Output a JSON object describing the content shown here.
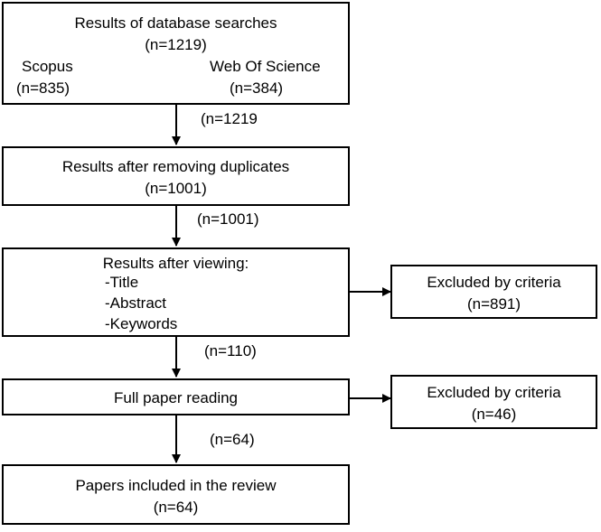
{
  "search": {
    "title": "Results of database searches",
    "count": "(n=1219)",
    "scopus_label": "Scopus",
    "scopus_count": "(n=835)",
    "wos_label": "Web Of Science",
    "wos_count": "(n=384)"
  },
  "arrow_labels": {
    "after_search": "(n=1219",
    "after_dedup": "(n=1001)",
    "after_screen": "(n=110)",
    "after_full": "(n=64)"
  },
  "dedup": {
    "title": "Results after removing duplicates",
    "count": "(n=1001)"
  },
  "screen": {
    "title": "Results after viewing:",
    "items": [
      "-Title",
      "-Abstract",
      "-Keywords"
    ]
  },
  "excluded_screen": {
    "title": "Excluded by criteria",
    "count": "(n=891)"
  },
  "fullread": {
    "title": "Full paper reading"
  },
  "excluded_full": {
    "title": "Excluded by criteria",
    "count": "(n=46)"
  },
  "included": {
    "title": "Papers included in the review",
    "count": "(n=64)"
  }
}
